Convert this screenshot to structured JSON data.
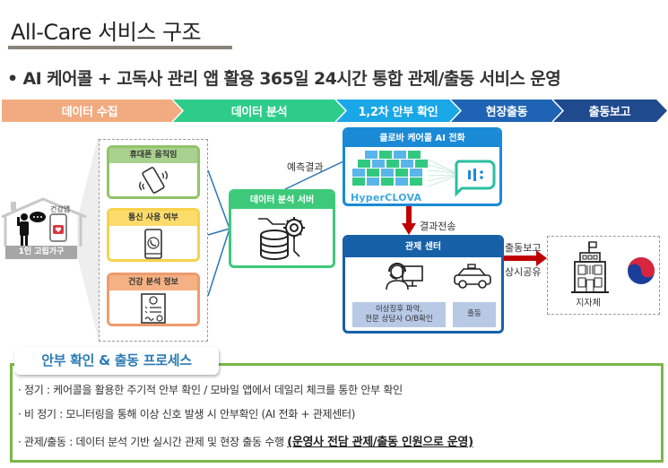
{
  "header": {
    "title": "All-Care 서비스 구조",
    "subtitle": "• AI 케어콜 + 고독사 관리 앱 활용 365일 24시간 통합 관제/출동 서비스 운영"
  },
  "process_steps": [
    {
      "label": "데이터 수집",
      "color": "#f2ab80"
    },
    {
      "label": "데이터 분석",
      "color": "#2ecc8a"
    },
    {
      "label": "1,2차 안부 확인",
      "color": "#1aa7e8"
    },
    {
      "label": "현장출동",
      "color": "#1f64b4"
    },
    {
      "label": "출동보고",
      "color": "#1f4a8e"
    }
  ],
  "household": {
    "label": "1인 고립가구",
    "app_label": "건강앱"
  },
  "data_sources": [
    {
      "label": "휴대폰 움직임",
      "icon": "vibrating-phone-icon",
      "border": "#92c36a",
      "head": "#a9d18e"
    },
    {
      "label": "통신 사용 여부",
      "icon": "phone-call-icon",
      "border": "#f7d24d",
      "head": "#fbdc6a"
    },
    {
      "label": "건강 분석 정보",
      "icon": "health-report-icon",
      "border": "#ef9b6e",
      "head": "#f4b183"
    }
  ],
  "server": {
    "title": "데이터 분석 서버"
  },
  "clova": {
    "title": "클로바 케어콜 AI 전화",
    "brand": "HyperCLOVA"
  },
  "control_center": {
    "title": "관제 센터",
    "tasks": [
      {
        "label_line1": "이상징후 파악,",
        "label_line2": "전문 상담사 O/B확인"
      },
      {
        "label_line1": "출동",
        "label_line2": ""
      }
    ]
  },
  "local_gov": {
    "label": "지자체"
  },
  "flow_labels": {
    "prediction": "예측결과",
    "result_send": "결과전송",
    "dispatch_report": "출동보고",
    "always_share": "상시공유"
  },
  "bottom_process": {
    "title": "안부 확인 & 출동 프로세스",
    "lines": [
      {
        "text": "· 정기 : 케어콜을 활용한 주기적 안부 확인 / 모바일 앱에서 데일리 체크를 통한 안부 확인",
        "emphasis": ""
      },
      {
        "text": "· 비 정기 : 모니터링을 통해 이상 신호 발생 시 안부확인 (AI 전화 + 관제센터)",
        "emphasis": ""
      },
      {
        "text": "· 관제/출동 : 데이터 분석 기반 실시간 관제 및 현장 출동 수행 ",
        "emphasis": "(운영사 전담 관제/출동 인원으로 운영)"
      }
    ]
  },
  "colors": {
    "server_green": "#3ec97a",
    "clova_blue": "#1a8ad6",
    "control_navy": "#1660a8",
    "arrow_red": "#c00000",
    "process_border": "#7ab648"
  }
}
